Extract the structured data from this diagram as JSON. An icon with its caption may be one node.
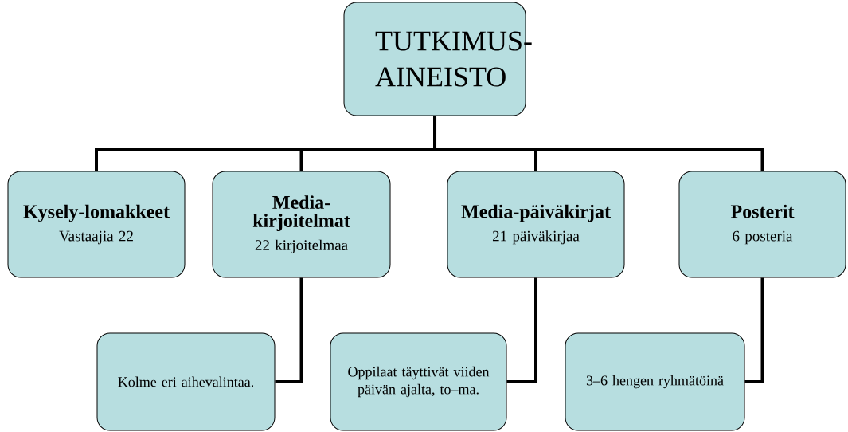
{
  "diagram": {
    "nodes": [
      {
        "text": [
          "TUTKIMUS-AINEISTO"
        ]
      },
      {
        "text": [
          "Kysely-lomakkeet",
          "Vastaajia 22"
        ]
      },
      {
        "text": [
          "Media-kirjoitelmat",
          "22 kirjoitelmaa"
        ]
      },
      {
        "text": [
          "Media-päiväkirjat",
          "21 päiväkirjaa"
        ]
      },
      {
        "text": [
          "Posterit",
          "6 posteria"
        ]
      },
      {
        "text": [
          "Kolme eri aihevalintaa."
        ]
      },
      {
        "text": [
          "Oppilaat täyttivät viiden päivän ajalta, to–ma."
        ]
      },
      {
        "text": [
          "3–6 hengen ryhmätöinä"
        ]
      }
    ],
    "edges": [
      {
        "from": 0,
        "to": 1,
        "arrow": "none"
      },
      {
        "from": 0,
        "to": 2,
        "arrow": "none"
      },
      {
        "from": 0,
        "to": 3,
        "arrow": "none"
      },
      {
        "from": 0,
        "to": 4,
        "arrow": "none"
      },
      {
        "from": 2,
        "to": 5,
        "arrow": "none"
      },
      {
        "from": 3,
        "to": 6,
        "arrow": "none"
      },
      {
        "from": 4,
        "to": 7,
        "arrow": "none"
      }
    ]
  }
}
